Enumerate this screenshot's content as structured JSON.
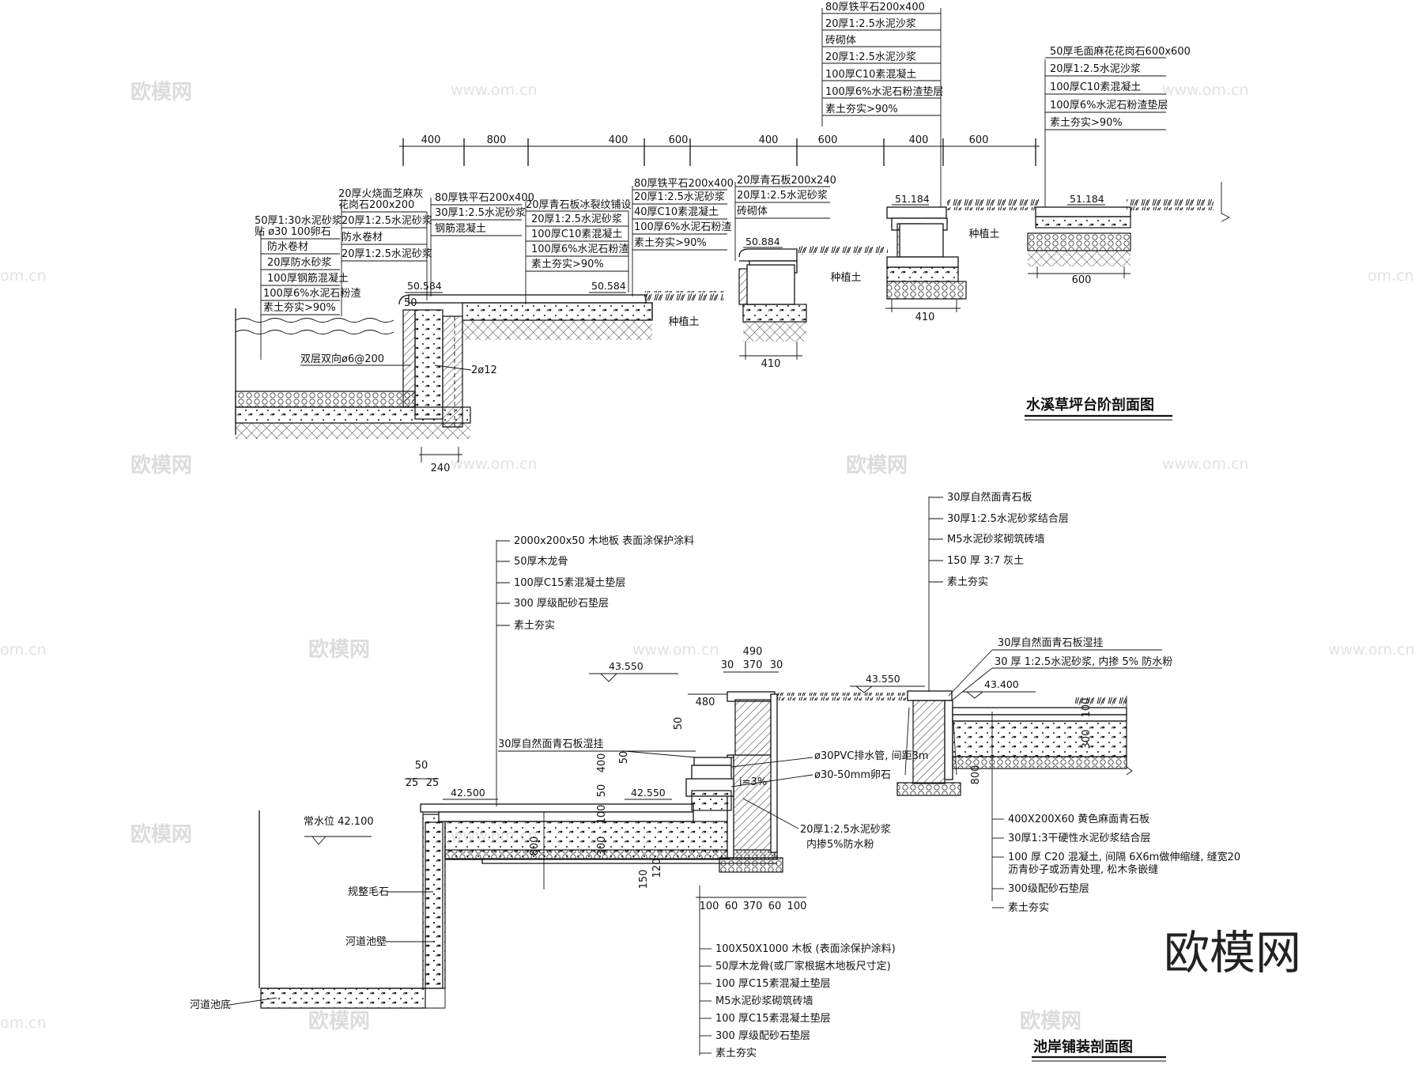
{
  "drawing1": {
    "title": "水溪草坪台阶剖面图",
    "dims_top": [
      "400",
      "800",
      "400",
      "600",
      "400",
      "600",
      "400",
      "600"
    ],
    "labels": {
      "l1": [
        "50厚1:30水泥砂浆",
        "贴 ø30 100卵石",
        "防水卷材",
        "20厚防水砂浆",
        "100厚钢筋混凝土",
        "100厚6%水泥石粉渣",
        "素土夯实>90%"
      ],
      "l2": [
        "20厚火烧面芝麻灰",
        "花岗石200x200",
        "20厚1:2.5水泥砂浆",
        "防水卷材",
        "20厚1:2.5水泥砂浆"
      ],
      "l3": [
        "80厚铁平石200x400",
        "30厚1:2.5水泥砂浆",
        "钢筋混凝土"
      ],
      "l4": [
        "20厚青石板冰裂纹铺设",
        "20厚1:2.5水泥砂浆",
        "100厚C10素混凝土",
        "100厚6%水泥石粉渣",
        "素土夯实>90%"
      ],
      "l5": [
        "80厚铁平石200x400",
        "20厚1:2.5水泥砂浆",
        "40厚C10素混凝土",
        "100厚6%水泥石粉渣",
        "素土夯实>90%"
      ],
      "l6": [
        "20厚青石板200x240",
        "20厚1:2.5水泥砂浆",
        "砖砌体"
      ],
      "l7": [
        "80厚铁平石200x400",
        "20厚1:2.5水泥沙浆",
        "砖砌体",
        "20厚1:2.5水泥沙浆",
        "100厚C10素混凝土",
        "100厚6%水泥石粉渣垫层",
        "素土夯实>90%"
      ],
      "l8": [
        "50厚毛面麻花花岗石600x600",
        "20厚1:2.5水泥沙浆",
        "100厚C10素混凝土",
        "100厚6%水泥石粉渣垫层",
        "素土夯实>90%"
      ]
    },
    "elevations": [
      "50.584",
      "50.584",
      "50.884",
      "51.184",
      "51.184"
    ],
    "soil": "种植土",
    "rebar1": "双层双向ø6@200",
    "rebar2": "2ø12",
    "dim_240": "240",
    "dim_410": "410",
    "dim_600": "600",
    "small_50": "50"
  },
  "drawing2": {
    "title": "池岸铺装剖面图",
    "labels": {
      "deck": [
        "2000x200x50 木地板 表面涂保护涂料",
        "50厚木龙骨",
        "100厚C15素混凝土垫层",
        "300 厚级配砂石垫层",
        "素土夯实"
      ],
      "wall": [
        "30厚自然面青石板",
        "30厚1:2.5水泥砂浆结合层",
        "M5水泥砂浆砌筑砖墙",
        "150 厚 3:7 灰土",
        "素土夯实"
      ],
      "cap": [
        "30厚自然面青石板湿挂",
        "30 厚 1:2.5水泥砂浆, 内掺 5% 防水粉"
      ],
      "paving": [
        "400X200X60 黄色麻面青石板",
        "30厚1:3干硬性水泥砂浆结合层",
        "100 厚 C20 混凝土, 间隔 6X6m做伸缩缝, 缝宽20",
        "沥青砂子或沥青处理, 松木条嵌缝",
        "300级配砂石垫层",
        "素土夯实"
      ],
      "bottom": [
        "100X50X1000 木板 (表面涂保护涂料)",
        "50厚木龙骨(或厂家根据木地板尺寸定)",
        "100 厚C15素混凝土垫层",
        "M5水泥砂浆砌筑砖墙",
        "100 厚C15素混凝土垫层",
        "300 厚级配砂石垫层",
        "素土夯实"
      ],
      "wetstone": "30厚自然面青石板湿挂",
      "pvc": "ø30PVC排水管, 间距3m",
      "pebble": "ø30-50mm卵石",
      "mortar": [
        "20厚1:2.5水泥砂浆",
        "内掺5%防水粉"
      ],
      "rubble": "规整毛石",
      "riverwall": "河道池壁",
      "riverbed": "河道池底",
      "slope": "i=3%"
    },
    "water_level": "常水位 42.100",
    "elevations": [
      "43.550",
      "43.550",
      "43.400",
      "42.500",
      "42.550"
    ],
    "dims": {
      "d490": "490",
      "d30a": "30",
      "d370": "370",
      "d30b": "30",
      "d480": "480",
      "d50a": "50",
      "d50b": "50",
      "d50c": "50",
      "d25a": "25",
      "d25b": "25",
      "d300a": "300",
      "d100a": "100",
      "d50d": "50",
      "d400": "400",
      "d800a": "800",
      "d150": "150",
      "d120": "120",
      "d800b": "800",
      "d300b": "300",
      "d100b": "100",
      "bot": [
        "100",
        "60",
        "370",
        "60",
        "100"
      ]
    }
  },
  "watermark": {
    "cn": "欧模网",
    "url": "www.om.cn",
    "url2": "om.cn"
  },
  "brand": "欧模网"
}
